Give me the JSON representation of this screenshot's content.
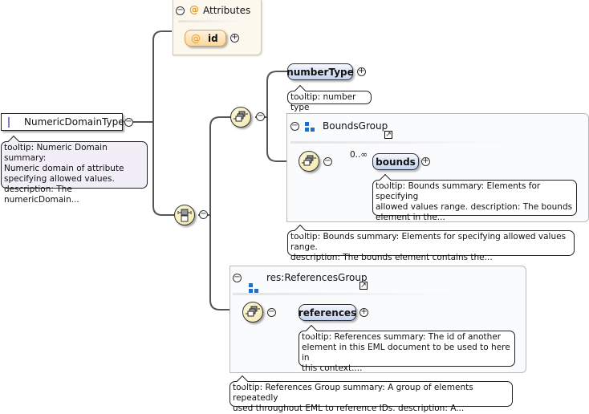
{
  "root": {
    "name": "NumericDomainType",
    "tooltip_lines": [
      "tooltip: Numeric Domain summary:",
      "Numeric domain of attribute",
      "specifying allowed values.",
      "description: The numericDomain..."
    ],
    "collapse_symbol": "−"
  },
  "attributes": {
    "title": "Attributes",
    "at_symbol": "@",
    "items": [
      {
        "name": "id"
      }
    ],
    "collapse_symbol": "−",
    "expand_symbol": "+"
  },
  "sequence_outer": {
    "collapse_symbol": "−",
    "icon": "sequence-icon"
  },
  "sequence_inner": {
    "collapse_symbol": "−",
    "icon": "choice-sequence-icon"
  },
  "number_type": {
    "name": "numberType",
    "tooltip": "tooltip: number type",
    "expand_symbol": "+"
  },
  "bounds_group": {
    "title": "BoundsGroup",
    "collapse_symbol": "−",
    "link_symbol": "↗",
    "sequence_collapse": "−",
    "cardinality": "0..∞",
    "element": {
      "name": "bounds",
      "expand_symbol": "+",
      "tooltip_lines": [
        "tooltip: Bounds summary: Elements for specifying",
        "allowed values range. description: The bounds",
        "element in the..."
      ]
    },
    "tooltip_lines": [
      "tooltip: Bounds summary: Elements for specifying allowed values range.",
      "description: The bounds element contains the..."
    ]
  },
  "references_group": {
    "title": "res:ReferencesGroup",
    "collapse_symbol": "−",
    "link_symbol": "↗",
    "sequence_collapse": "−",
    "element": {
      "name": "references",
      "expand_symbol": "+",
      "tooltip_lines": [
        "tooltip: References summary: The id of another",
        "element in this EML document to be used to here in",
        "this context...."
      ]
    },
    "tooltip_lines": [
      "tooltip: References Group summary: A group of elements repeatedly",
      "used throughout EML to reference IDs. description: A..."
    ]
  }
}
